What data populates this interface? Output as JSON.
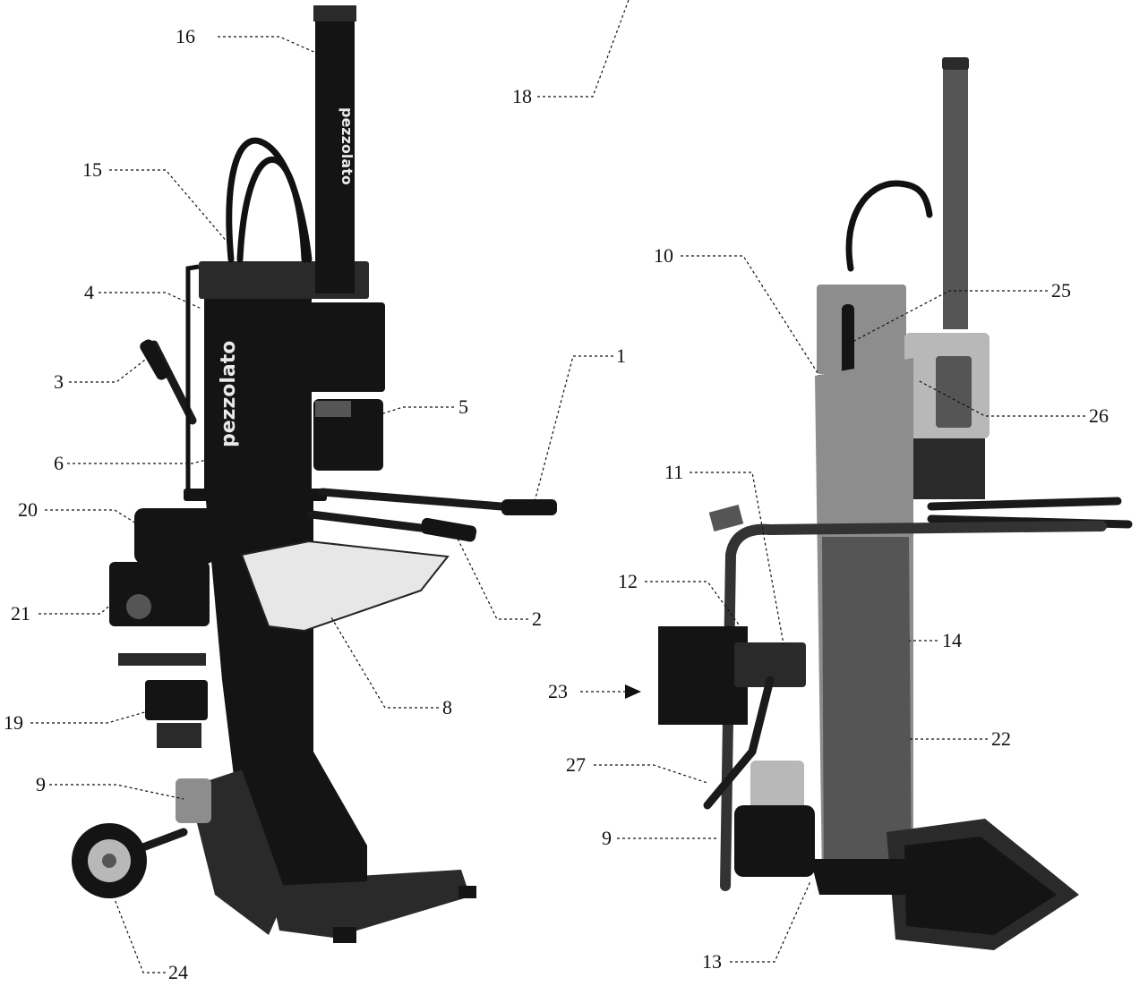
{
  "brand": {
    "front_logo": "pezzolato",
    "column_logo": "pezzolato"
  },
  "callouts": {
    "c1": "1",
    "c2": "2",
    "c3": "3",
    "c4": "4",
    "c5": "5",
    "c6": "6",
    "c8": "8",
    "c9a": "9",
    "c9b": "9",
    "c10": "10",
    "c11": "11",
    "c12": "12",
    "c13": "13",
    "c14": "14",
    "c15": "15",
    "c16": "16",
    "c18": "18",
    "c19": "19",
    "c20": "20",
    "c21": "21",
    "c22": "22",
    "c23": "23",
    "c24": "24",
    "c25": "25",
    "c26": "26",
    "c27": "27"
  }
}
